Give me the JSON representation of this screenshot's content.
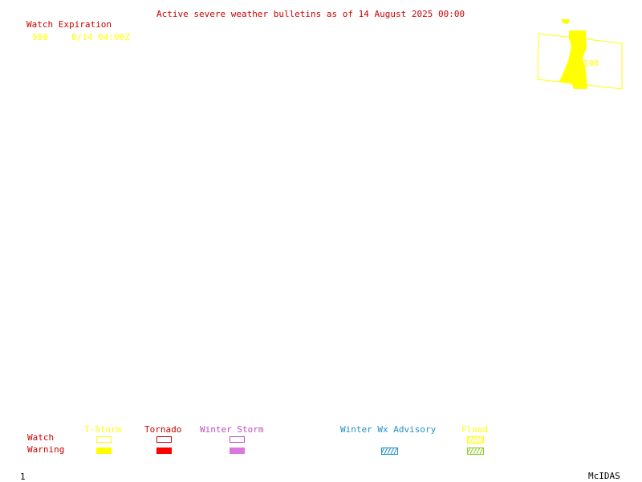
{
  "header": {
    "title": "Active severe weather bulletins as of 14 August 2025 00:00"
  },
  "watch_list": {
    "heading": "Watch Expiration",
    "entries": [
      {
        "id": "588",
        "expires": "8/14 04:00Z"
      }
    ]
  },
  "map": {
    "watch_label": "588"
  },
  "legend": {
    "row_labels": {
      "watch": "Watch",
      "warning": "Warning"
    },
    "categories": [
      {
        "name": "T-Storm",
        "color": "#ffff00"
      },
      {
        "name": "Tornado",
        "color": "#ff0000"
      },
      {
        "name": "Winter Storm",
        "color": "#dd77dd"
      },
      {
        "name": "Winter Wx Advisory",
        "color": "#1e90c8"
      },
      {
        "name": "Flood",
        "color": "#88cc22"
      }
    ]
  },
  "footer": {
    "frame_number": "1",
    "product": "McIDAS"
  }
}
